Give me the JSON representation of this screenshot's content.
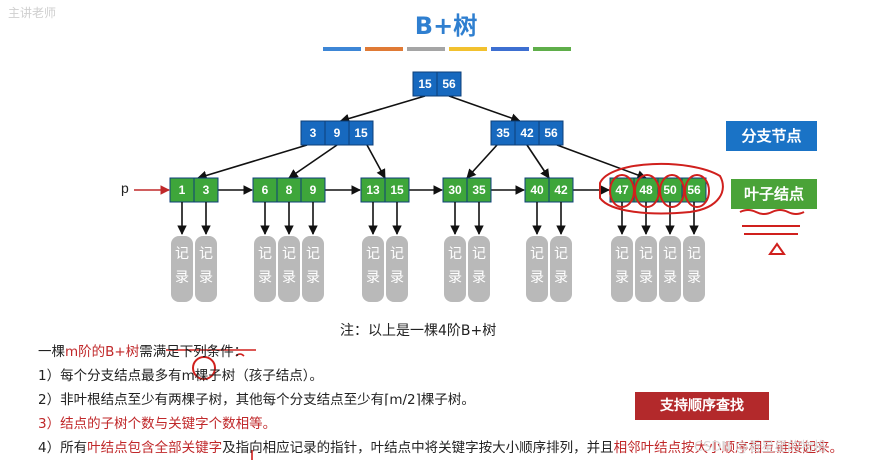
{
  "header": {
    "watermark": "主讲老师",
    "title": "B+树",
    "color_bar": [
      "#3d86d6",
      "#e07a35",
      "#a5a5a5",
      "#f2c12e",
      "#3d6fd1",
      "#5fae4a"
    ]
  },
  "tree": {
    "root": [
      "15",
      "56"
    ],
    "branches": [
      [
        "3",
        "9",
        "15"
      ],
      [
        "35",
        "42",
        "56"
      ]
    ],
    "leaves": [
      [
        "1",
        "3"
      ],
      [
        "6",
        "8",
        "9"
      ],
      [
        "13",
        "15"
      ],
      [
        "30",
        "35"
      ],
      [
        "40",
        "42"
      ],
      [
        "47",
        "48",
        "50",
        "56"
      ]
    ],
    "pointer_label": "p",
    "record_text": [
      "记",
      "录"
    ]
  },
  "labels": {
    "branch_node": "分支节点",
    "leaf_node": "叶子结点",
    "note": "注：以上是一棵4阶B+树",
    "sequential_search": "支持顺序查找",
    "watermark_br": "CSDN @看星星的物格"
  },
  "conditions": {
    "intro_prefix": "一棵",
    "intro_highlight": "m阶的B+树",
    "intro_suffix": "需满足下列条件：",
    "c1": "1）每个分支结点最多有m棵子树（孩子结点）。",
    "c2": "2）非叶根结点至少有两棵子树，其他每个分支结点至少有⌈m/2⌉棵子树。",
    "c3": "3）结点的子树个数与关键字个数相等。",
    "c4_a": "4）所有",
    "c4_b": "叶结点包含全部关键字",
    "c4_c": "及指向相应记录的指针，叶结点中将关键字按大小顺序排列，并且",
    "c4_d": "相邻叶结点按大小顺序相互链接起来。"
  },
  "colors": {
    "branch": "#1769bf",
    "leaf": "#3ea63a",
    "record": "#b9b9b9",
    "accent_red": "#c0282a"
  }
}
